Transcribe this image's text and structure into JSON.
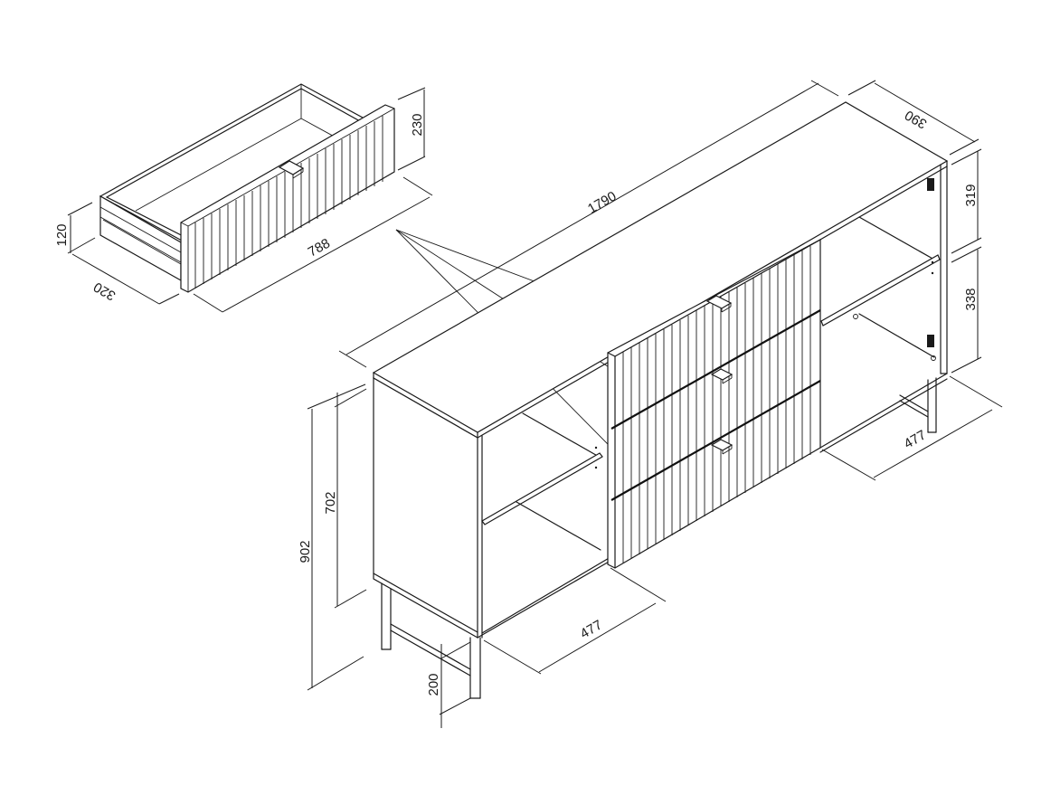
{
  "drawing": {
    "type": "isometric technical drawing",
    "subject": "sideboard with three fluted drawers, two open side compartments with shelves, metal frame legs",
    "line_color": "#1a1a1a",
    "background": "#ffffff"
  },
  "drawer_detail": {
    "dimensions": {
      "front_height": "230",
      "box_height": "120",
      "depth": "320",
      "width": "788"
    }
  },
  "cabinet": {
    "dimensions": {
      "total_width": "1790",
      "depth": "390",
      "upper_compartment_height": "319",
      "lower_compartment_height": "338",
      "right_base_depth": "477",
      "left_base_depth": "477",
      "total_height": "902",
      "body_height": "702",
      "leg_height": "200"
    },
    "drawer_count": 3,
    "shelf_count": 2
  }
}
